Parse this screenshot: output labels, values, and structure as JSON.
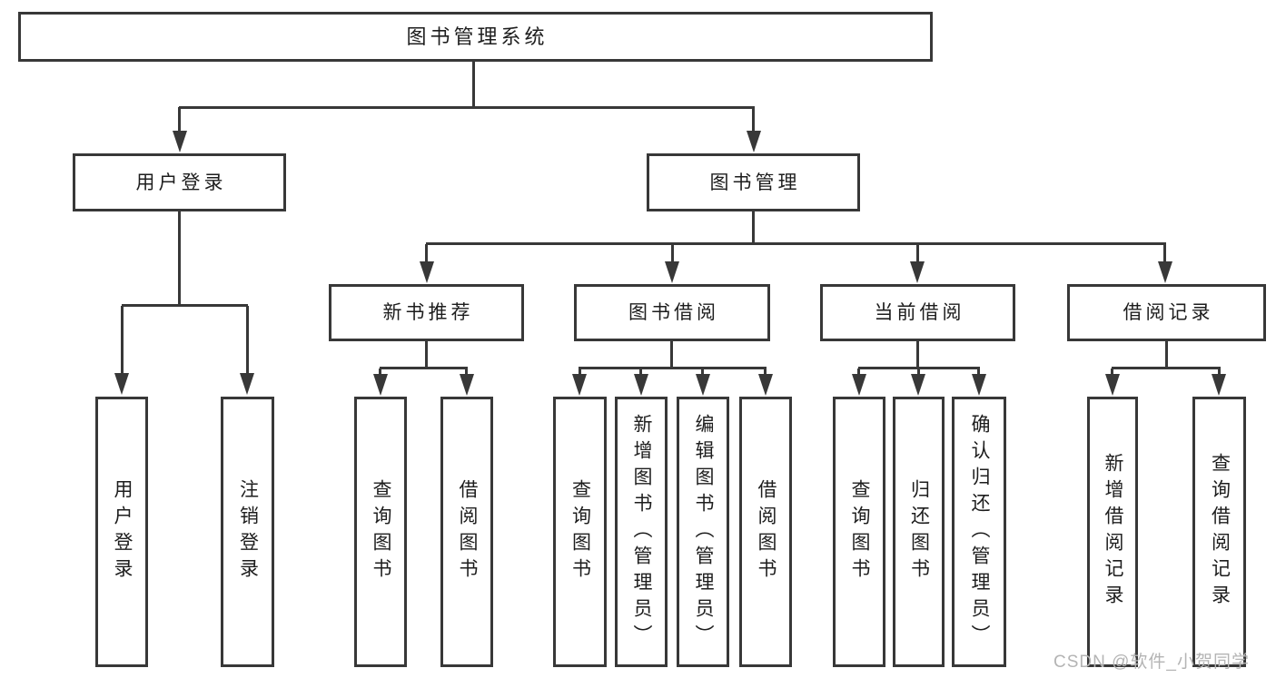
{
  "watermark": "CSDN @软件_小贺同学",
  "colors": {
    "line": "#383838",
    "box_border": "#383838",
    "text": "#1d1d1d",
    "watermark": "#b4b4b4",
    "background": "#ffffff"
  },
  "tree": {
    "root": {
      "label": "图书管理系统"
    },
    "branches": [
      {
        "label": "用户登录",
        "leaves": [
          {
            "label": "用户登录"
          },
          {
            "label": "注销登录"
          }
        ]
      },
      {
        "label": "图书管理",
        "groups": [
          {
            "label": "新书推荐",
            "leaves": [
              {
                "label": "查询图书"
              },
              {
                "label": "借阅图书"
              }
            ]
          },
          {
            "label": "图书借阅",
            "leaves": [
              {
                "label": "查询图书"
              },
              {
                "label": "新增图书（管理员）"
              },
              {
                "label": "编辑图书（管理员）"
              },
              {
                "label": "借阅图书"
              }
            ]
          },
          {
            "label": "当前借阅",
            "leaves": [
              {
                "label": "查询图书"
              },
              {
                "label": "归还图书"
              },
              {
                "label": "确认归还（管理员）"
              }
            ]
          },
          {
            "label": "借阅记录",
            "leaves": [
              {
                "label": "新增借阅记录"
              },
              {
                "label": "查询借阅记录"
              }
            ]
          }
        ]
      }
    ]
  }
}
